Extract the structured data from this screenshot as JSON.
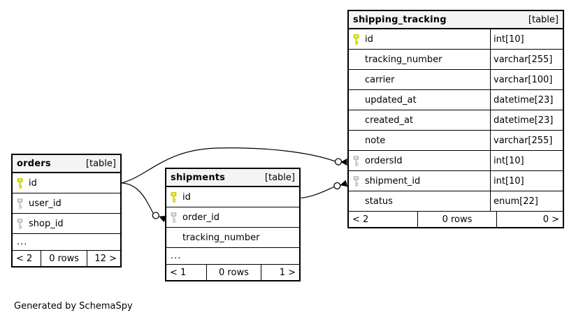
{
  "note": "Generated by SchemaSpy",
  "colors": {
    "primary_key_icon": "#d4d400",
    "foreign_key_icon": "#c4c4c4",
    "table_header_bg": "#f4f4f4",
    "border": "#000000",
    "background": "#ffffff"
  },
  "icons": {
    "primary_key": "yellow-key-icon",
    "foreign_key": "gray-key-icon"
  },
  "tables": {
    "shipping_tracking": {
      "name": "shipping_tracking",
      "badge": "[table]",
      "columns": [
        {
          "name": "id",
          "type": "int[10]",
          "key": "primary"
        },
        {
          "name": "tracking_number",
          "type": "varchar[255]",
          "key": null
        },
        {
          "name": "carrier",
          "type": "varchar[100]",
          "key": null
        },
        {
          "name": "updated_at",
          "type": "datetime[23]",
          "key": null
        },
        {
          "name": "created_at",
          "type": "datetime[23]",
          "key": null
        },
        {
          "name": "note",
          "type": "varchar[255]",
          "key": null
        },
        {
          "name": "ordersId",
          "type": "int[10]",
          "key": "foreign"
        },
        {
          "name": "shipment_id",
          "type": "int[10]",
          "key": "foreign"
        },
        {
          "name": "status",
          "type": "enum[22]",
          "key": null
        }
      ],
      "footer": {
        "left": "< 2",
        "center": "0 rows",
        "right": "0 >"
      }
    },
    "orders": {
      "name": "orders",
      "badge": "[table]",
      "columns": [
        {
          "name": "id",
          "key": "primary"
        },
        {
          "name": "user_id",
          "key": "foreign"
        },
        {
          "name": "shop_id",
          "key": "foreign"
        }
      ],
      "ellipsis": "...",
      "footer": {
        "left": "< 2",
        "center": "0 rows",
        "right": "12 >"
      }
    },
    "shipments": {
      "name": "shipments",
      "badge": "[table]",
      "columns": [
        {
          "name": "id",
          "key": "primary"
        },
        {
          "name": "order_id",
          "key": "foreign"
        },
        {
          "name": "tracking_number",
          "key": null
        }
      ],
      "ellipsis": "...",
      "footer": {
        "left": "< 1",
        "center": "0 rows",
        "right": "1 >"
      }
    }
  },
  "relationships": [
    {
      "from": "orders.id",
      "to": "shipping_tracking.ordersId"
    },
    {
      "from": "orders.id",
      "to": "shipments.order_id"
    },
    {
      "from": "shipments.id",
      "to": "shipping_tracking.shipment_id"
    }
  ]
}
